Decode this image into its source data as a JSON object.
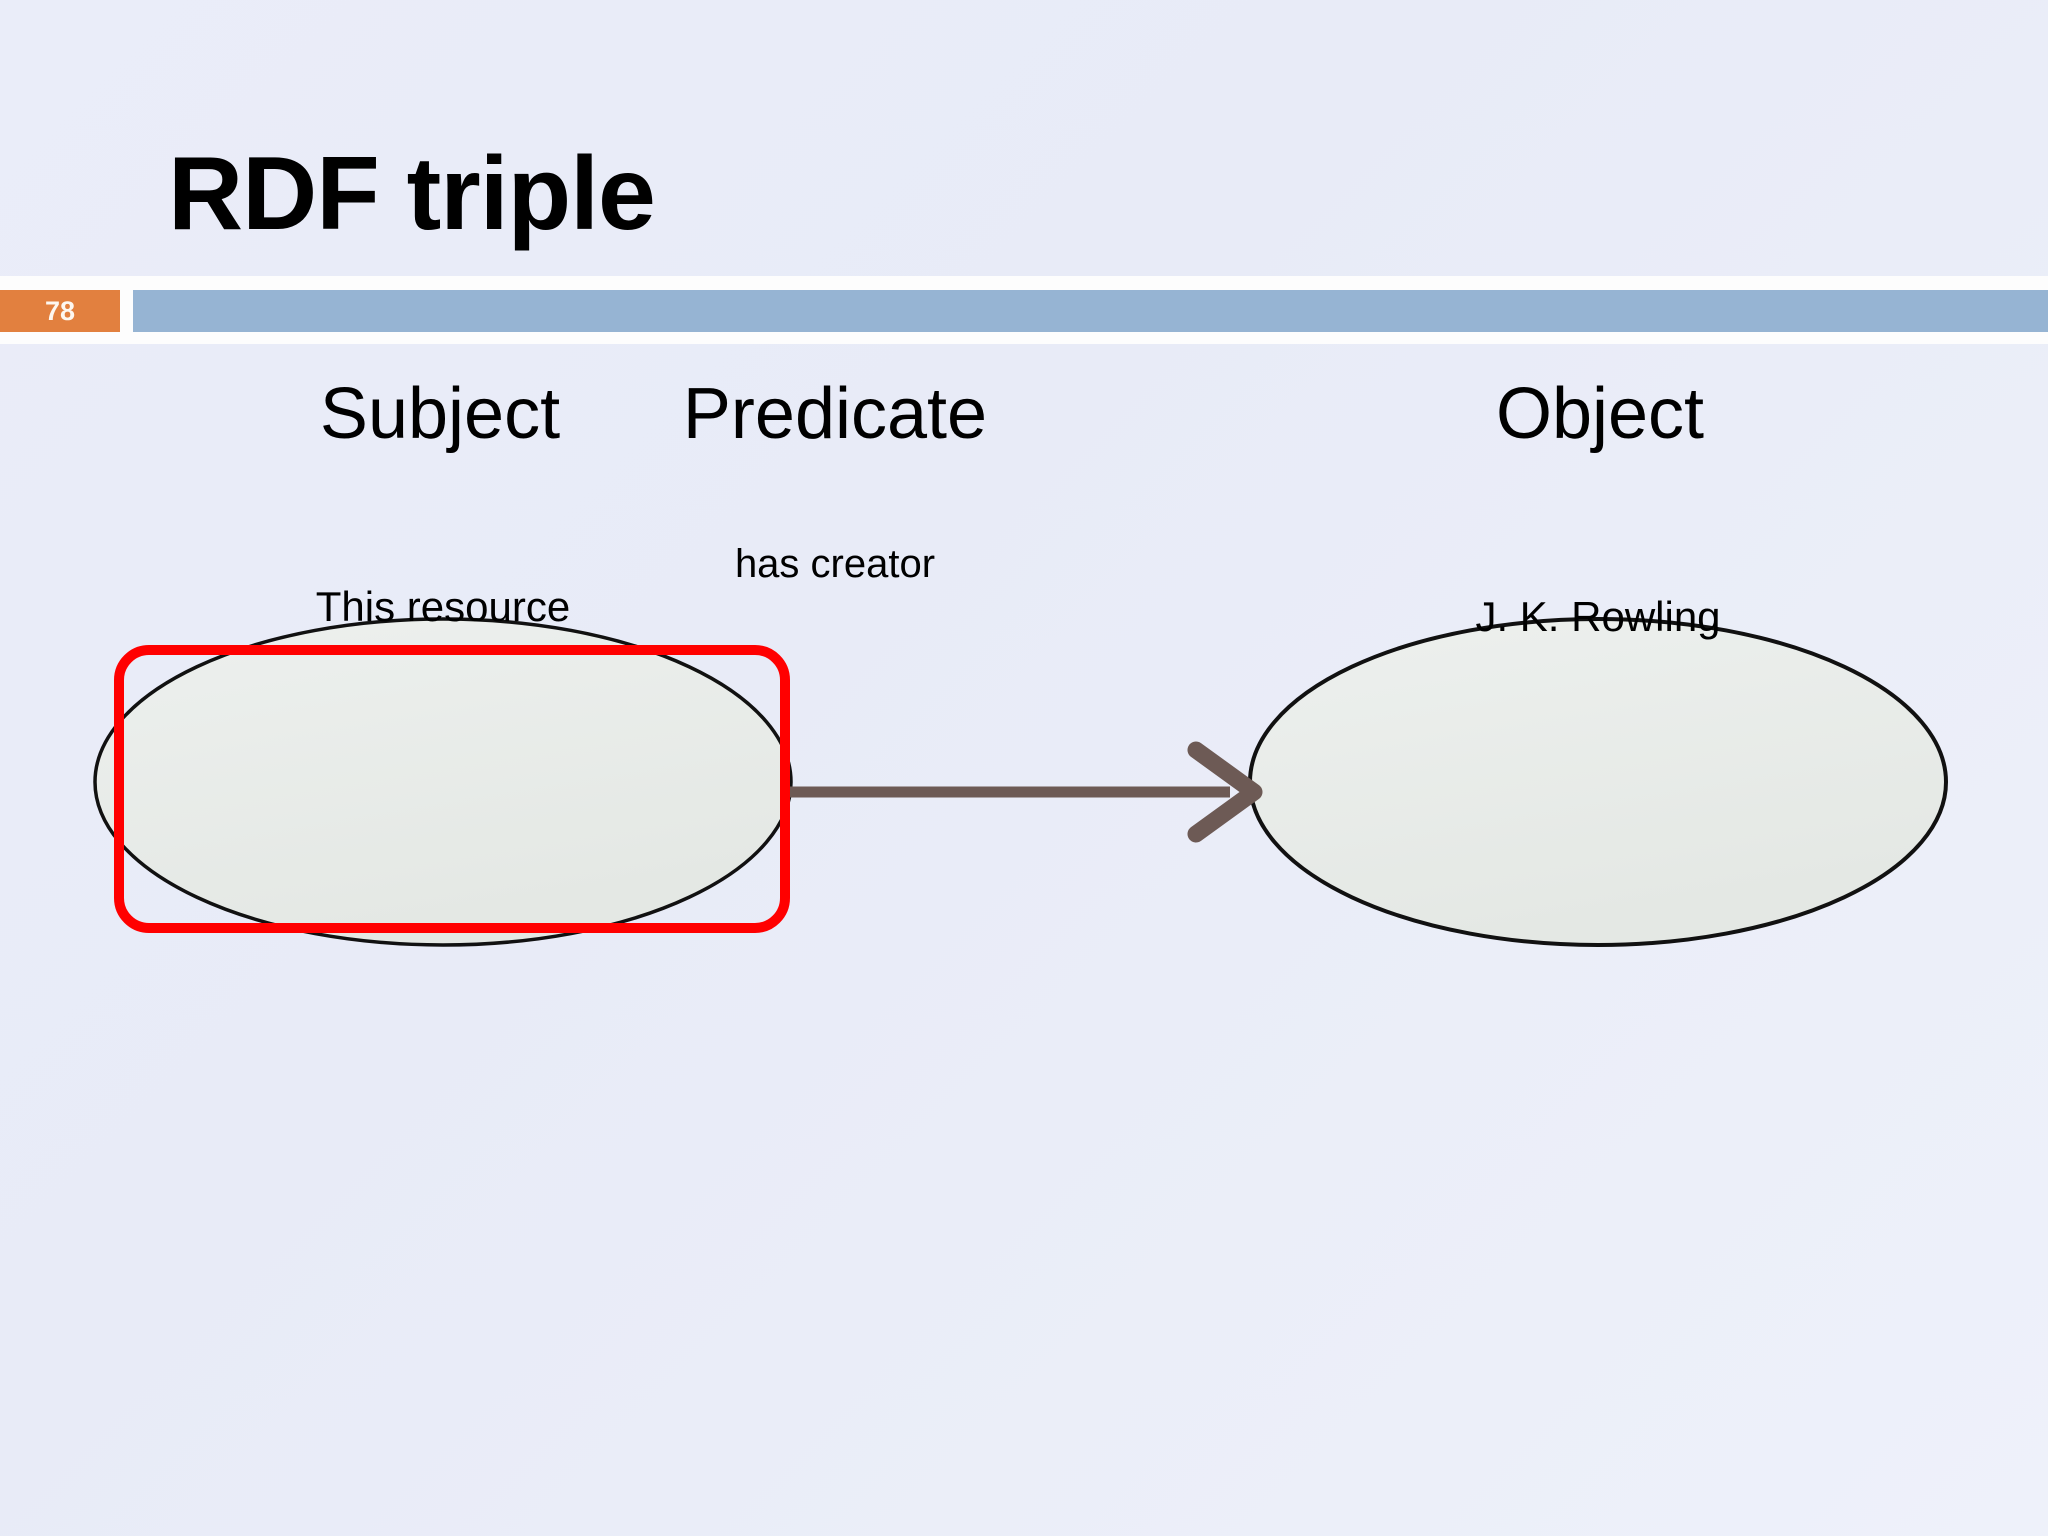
{
  "slide": {
    "title": "RDF triple",
    "number": "78",
    "background_color": "#e9ecf8",
    "accent_orange": "#e2803f",
    "accent_blue": "#96b4d3"
  },
  "diagram": {
    "type": "rdf-triple-graph",
    "labels": {
      "subject": "Subject",
      "predicate": "Predicate",
      "object": "Object"
    },
    "nodes": [
      {
        "id": "subject-node",
        "text": "This resource",
        "shape": "ellipse",
        "fill": "#e8ebe8",
        "stroke": "#000000",
        "highlighted": true,
        "highlight_color": "#ff0000"
      },
      {
        "id": "object-node",
        "text": "J. K. Rowling",
        "shape": "ellipse",
        "fill": "#e8ebe8",
        "stroke": "#000000",
        "highlighted": false
      }
    ],
    "edge": {
      "label": "has creator",
      "from": "subject-node",
      "to": "object-node",
      "color": "#6d5a55",
      "arrowhead": "open"
    }
  }
}
